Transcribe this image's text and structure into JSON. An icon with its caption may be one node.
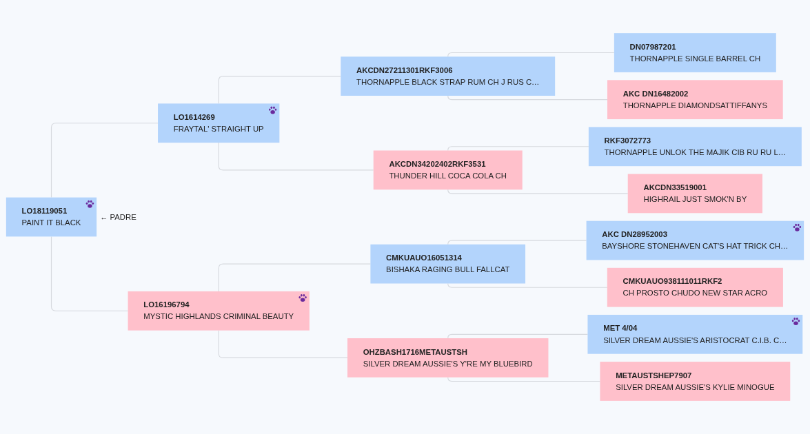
{
  "diagram": {
    "nodes": [
      {
        "text": [
          "LO18119051",
          "PAINT IT BLACK"
        ],
        "beside": [
          "← PADRE"
        ]
      },
      {
        "text": [
          "LO1614269",
          "FRAYTAL' STRAIGHT UP"
        ]
      },
      {
        "text": [
          "LO16196794",
          "MYSTIC HIGHLANDS CRIMINAL BEAUTY"
        ]
      },
      {
        "text": [
          "AKCDN27211301RKF3006",
          "THORNAPPLE BLACK STRAP RUM CH J RUS C…"
        ]
      },
      {
        "text": [
          "AKCDN34202402RKF3531",
          "THUNDER HILL COCA COLA CH"
        ]
      },
      {
        "text": [
          "CMKUAUO16051314",
          "BISHAKA RAGING BULL FALLCAT"
        ]
      },
      {
        "text": [
          "OHZBASH1716METAUSTSH",
          "SILVER DREAM AUSSIE'S Y'RE MY BLUEBIRD"
        ]
      },
      {
        "text": [
          "DN07987201",
          "THORNAPPLE SINGLE BARREL CH"
        ]
      },
      {
        "text": [
          "AKC DN16482002",
          "THORNAPPLE DIAMONDSATTIFFANYS"
        ]
      },
      {
        "text": [
          "RKF3072773",
          "THORNAPPLE UNLOK THE MAJIK CIB RU RU L…"
        ]
      },
      {
        "text": [
          "AKCDN33519001",
          "HIGHRAIL JUST SMOK'N BY"
        ]
      },
      {
        "text": [
          "AKC DN28952003",
          "BAYSHORE STONEHAVEN CAT'S HAT TRICK CH…"
        ]
      },
      {
        "text": [
          "CMKUAUO938111011RKF2",
          "CH PROSTO CHUDO NEW STAR ACRO"
        ]
      },
      {
        "text": [
          "MET 4/04",
          "SILVER DREAM AUSSIE'S ARISTOCRAT C.I.B. C…"
        ]
      },
      {
        "text": [
          "METAUSTSHEP7907",
          "SILVER DREAM AUSSIE'S KYLIE MINOGUE"
        ]
      }
    ],
    "edges": [
      {
        "from": 0,
        "to": 1,
        "arrow": "none"
      },
      {
        "from": 0,
        "to": 2,
        "arrow": "none"
      },
      {
        "from": 1,
        "to": 3,
        "arrow": "none"
      },
      {
        "from": 1,
        "to": 4,
        "arrow": "none"
      },
      {
        "from": 2,
        "to": 5,
        "arrow": "none"
      },
      {
        "from": 2,
        "to": 6,
        "arrow": "none"
      },
      {
        "from": 3,
        "to": 7,
        "arrow": "none"
      },
      {
        "from": 3,
        "to": 8,
        "arrow": "none"
      },
      {
        "from": 4,
        "to": 9,
        "arrow": "none"
      },
      {
        "from": 4,
        "to": 10,
        "arrow": "none"
      },
      {
        "from": 5,
        "to": 11,
        "arrow": "none"
      },
      {
        "from": 5,
        "to": 12,
        "arrow": "none"
      },
      {
        "from": 6,
        "to": 13,
        "arrow": "none"
      },
      {
        "from": 6,
        "to": 14,
        "arrow": "none"
      }
    ]
  }
}
